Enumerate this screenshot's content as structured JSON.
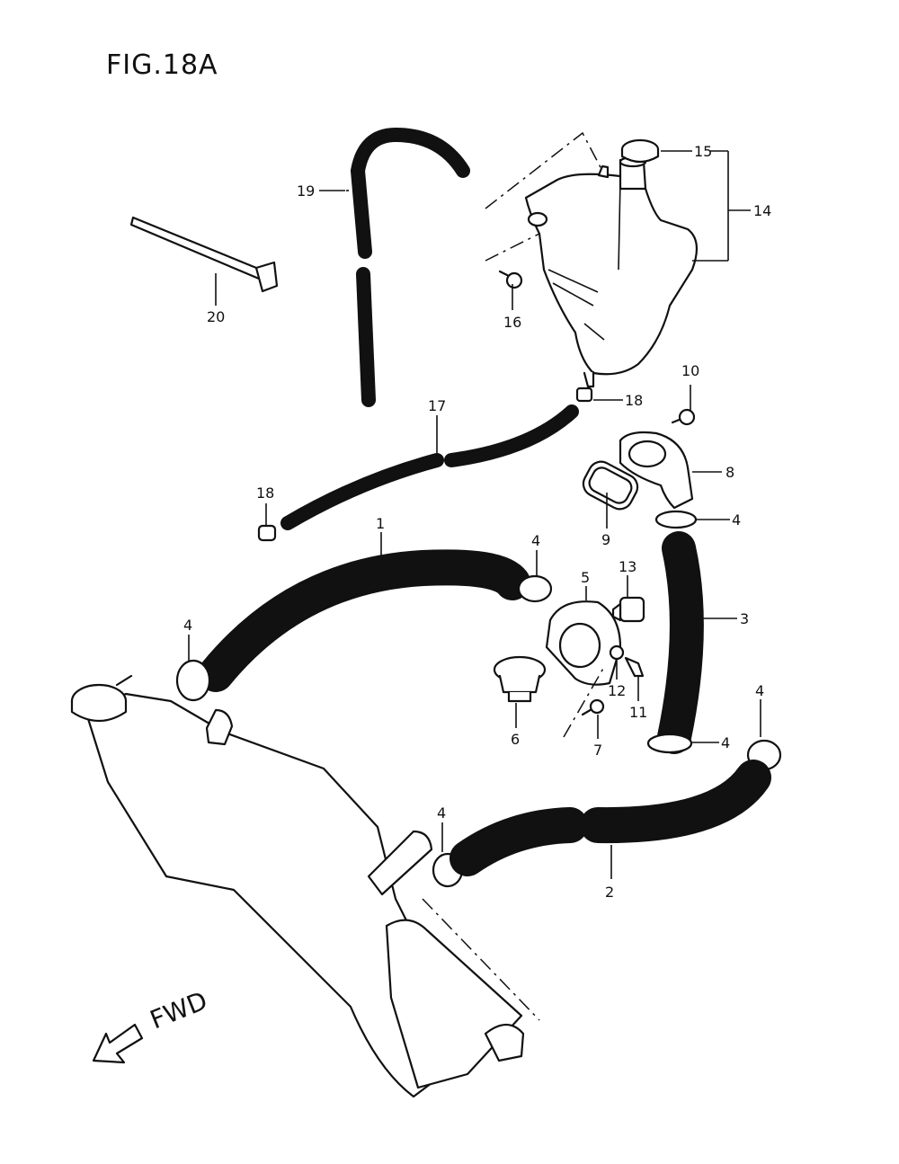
{
  "figure": {
    "title": "FIG.18A"
  },
  "direction": {
    "label": "FWD"
  },
  "callouts": [
    {
      "id": "c1",
      "number": "1"
    },
    {
      "id": "c2",
      "number": "2"
    },
    {
      "id": "c3",
      "number": "3"
    },
    {
      "id": "c4a",
      "number": "4"
    },
    {
      "id": "c4b",
      "number": "4"
    },
    {
      "id": "c4c",
      "number": "4"
    },
    {
      "id": "c4d",
      "number": "4"
    },
    {
      "id": "c4e",
      "number": "4"
    },
    {
      "id": "c4f",
      "number": "4"
    },
    {
      "id": "c5",
      "number": "5"
    },
    {
      "id": "c6",
      "number": "6"
    },
    {
      "id": "c7",
      "number": "7"
    },
    {
      "id": "c8",
      "number": "8"
    },
    {
      "id": "c9",
      "number": "9"
    },
    {
      "id": "c10",
      "number": "10"
    },
    {
      "id": "c11",
      "number": "11"
    },
    {
      "id": "c12",
      "number": "12"
    },
    {
      "id": "c13",
      "number": "13"
    },
    {
      "id": "c14",
      "number": "14"
    },
    {
      "id": "c15",
      "number": "15"
    },
    {
      "id": "c16",
      "number": "16"
    },
    {
      "id": "c17",
      "number": "17"
    },
    {
      "id": "c18a",
      "number": "18"
    },
    {
      "id": "c18b",
      "number": "18"
    },
    {
      "id": "c19",
      "number": "19"
    },
    {
      "id": "c20",
      "number": "20"
    }
  ]
}
